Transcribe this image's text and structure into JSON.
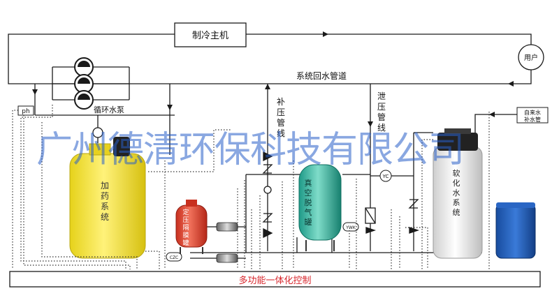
{
  "labels": {
    "chiller": "制冷主机",
    "user": "用户",
    "return_pipe": "系统回水管道",
    "circ_pump": "循环水泵",
    "ph": "ph",
    "makeup_pipe": "补压管线",
    "relief_pipe": "泄压管线",
    "tap_water": "自来水补水管",
    "tap_water_line1": "自来水",
    "tap_water_line2": "补水管",
    "dosing": "加药系统",
    "expansion_tank": "定压隔膜罐",
    "degasser": "真空脱气罐",
    "softener": "软化水系统",
    "yc": "YC",
    "ywk": "YWK",
    "czc": "CZC",
    "control": "多功能一体化控制"
  },
  "watermark": "广州德清环保科技有限公司",
  "colors": {
    "line": "#1a1a1a",
    "dotted": "#333333",
    "watermark": "#2f5fc8",
    "control_text": "#d8282e",
    "dosing_tank": "#f2e33a",
    "expansion_tank": "#e0412d",
    "degasser_tank": "#2fb3a0",
    "softener_tank": "#f2f2f2",
    "brine_tank": "#1f5fbf"
  }
}
